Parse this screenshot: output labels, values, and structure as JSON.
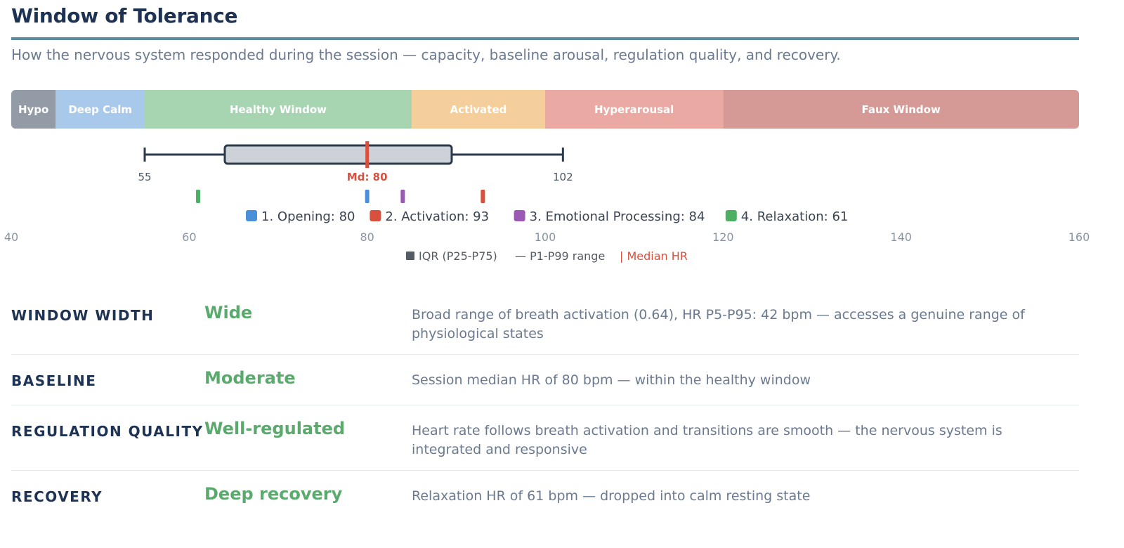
{
  "header": {
    "title": "Window of Tolerance",
    "subtitle": "How the nervous system responded during the session — capacity, baseline arousal, regulation quality, and recovery."
  },
  "chart_data": {
    "type": "boxplot",
    "x_axis": {
      "min": 40,
      "max": 160,
      "ticks": [
        40,
        60,
        80,
        100,
        120,
        140,
        160
      ]
    },
    "zones": [
      {
        "label": "Hypo",
        "from": 40,
        "to": 45,
        "color": "#939ba6"
      },
      {
        "label": "Deep Calm",
        "from": 45,
        "to": 55,
        "color": "#a9c9ea"
      },
      {
        "label": "Healthy Window",
        "from": 55,
        "to": 85,
        "color": "#a7d5b2"
      },
      {
        "label": "Activated",
        "from": 85,
        "to": 100,
        "color": "#f4ce9b"
      },
      {
        "label": "Hyperarousal",
        "from": 100,
        "to": 120,
        "color": "#eba9a3"
      },
      {
        "label": "Faux Window",
        "from": 120,
        "to": 160,
        "color": "#d69a96"
      }
    ],
    "box": {
      "whisker_low": 55,
      "q1": 64,
      "median": 80,
      "q3": 89.5,
      "whisker_high": 102,
      "whisker_low_label": "55",
      "whisker_high_label": "102",
      "median_label": "Md: 80"
    },
    "phases": [
      {
        "label": "1. Opening: 80",
        "value": 80,
        "color": "#4a90d9"
      },
      {
        "label": "2. Activation: 93",
        "value": 93,
        "color": "#d9503f"
      },
      {
        "label": "3. Emotional Processing: 84",
        "value": 84,
        "color": "#9b59b6"
      },
      {
        "label": "4. Relaxation: 61",
        "value": 61,
        "color": "#4caf64"
      }
    ],
    "legend": [
      {
        "label": "IQR (P25-P75)",
        "symbol": "■",
        "color": "#555b64"
      },
      {
        "label": "— P1-P99 range",
        "symbol": "",
        "color": "#555b64"
      },
      {
        "label": "| Median HR",
        "symbol": "",
        "color": "#d9503f"
      }
    ]
  },
  "metrics": [
    {
      "label": "WINDOW WIDTH",
      "value": "Wide",
      "description": "Broad range of breath activation (0.64), HR P5-P95: 42 bpm — accesses a genuine range of physiological states"
    },
    {
      "label": "BASELINE",
      "value": "Moderate",
      "description": "Session median HR of 80 bpm — within the healthy window"
    },
    {
      "label": "REGULATION QUALITY",
      "value": "Well-regulated",
      "description": "Heart rate follows breath activation and transitions are smooth — the nervous system is integrated and responsive"
    },
    {
      "label": "RECOVERY",
      "value": "Deep recovery",
      "description": "Relaxation HR of 61 bpm — dropped into calm resting state"
    }
  ],
  "colors": {
    "accent": "#5aaa6e",
    "title": "#1e3354",
    "muted": "#6b7a90",
    "rule": "#5b8aa3",
    "box_fill": "#cdd1d8",
    "box_stroke": "#2c3a4a",
    "median": "#d9503f"
  }
}
